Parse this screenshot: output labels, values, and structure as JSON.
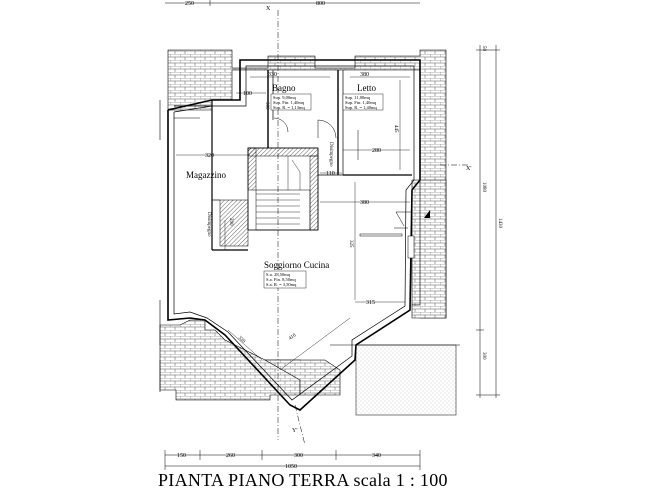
{
  "title": "PIANTA PIANO TERRA scala 1 : 100",
  "rooms": {
    "bagno": {
      "name": "Bagno",
      "info": [
        "Sup. 9,00mq",
        "Sup. Fin. 1,40mq",
        "Sup. R. = 1,13mq"
      ]
    },
    "letto": {
      "name": "Letto",
      "info": [
        "Sup. 11,00mq",
        "Sup. Fin. 1,40mq",
        "Sup. R. = 1,40mq"
      ]
    },
    "magazzino": {
      "name": "Magazzino"
    },
    "soggiorno": {
      "name": "Soggiorno Cucina",
      "info": [
        "S.u. 28,50mq",
        "S.a. Fin. 8,50mq",
        "S.a. R. = 3,50mq"
      ]
    },
    "disimpegno_1": {
      "name": "Disimpegno"
    },
    "disimpegno_2": {
      "name": "Disimpegno"
    }
  },
  "section_marks": {
    "top": "X",
    "right": "X'",
    "bottom": "Y'"
  },
  "dims": {
    "top": [
      "250",
      "800"
    ],
    "bottom_row1": [
      "150",
      "260",
      "300",
      "340"
    ],
    "bottom_total": "1050",
    "right": [
      "50",
      "1080",
      "300",
      "1430"
    ],
    "interior": [
      "330",
      "380",
      "100",
      "320",
      "445",
      "280",
      "110",
      "380",
      "200",
      "325",
      "315",
      "320",
      "410",
      "300"
    ]
  }
}
